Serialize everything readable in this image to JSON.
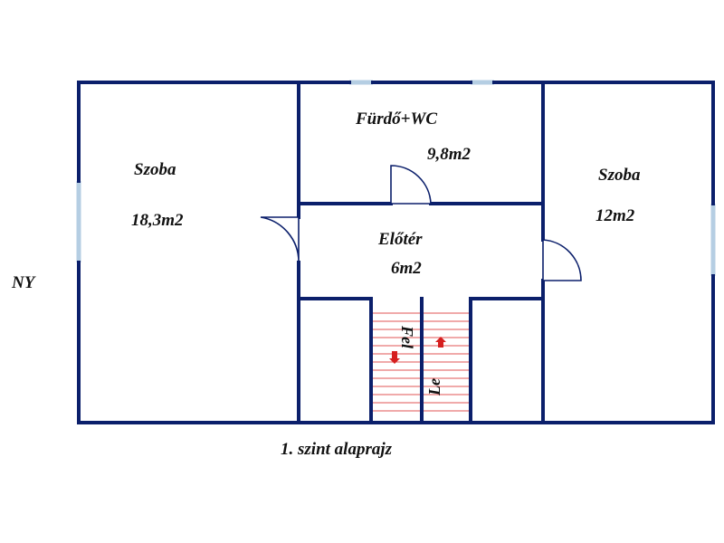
{
  "rooms": {
    "szoba_left": {
      "name": "Szoba",
      "area": "18,3m2"
    },
    "furdo": {
      "name": "Fürdő+WC",
      "area": "9,8m2"
    },
    "eloter": {
      "name": "Előtér",
      "area": "6m2"
    },
    "szoba_right": {
      "name": "Szoba",
      "area": "12m2"
    }
  },
  "stairs": {
    "up_label": "Fel",
    "down_label": "Le"
  },
  "compass": {
    "west_label": "NY"
  },
  "caption": "1. szint alaprajz",
  "colors": {
    "wall": "#0b1f6b",
    "window": "#b5cee3",
    "stair": "#e05555",
    "arrow": "#d61f1f"
  }
}
